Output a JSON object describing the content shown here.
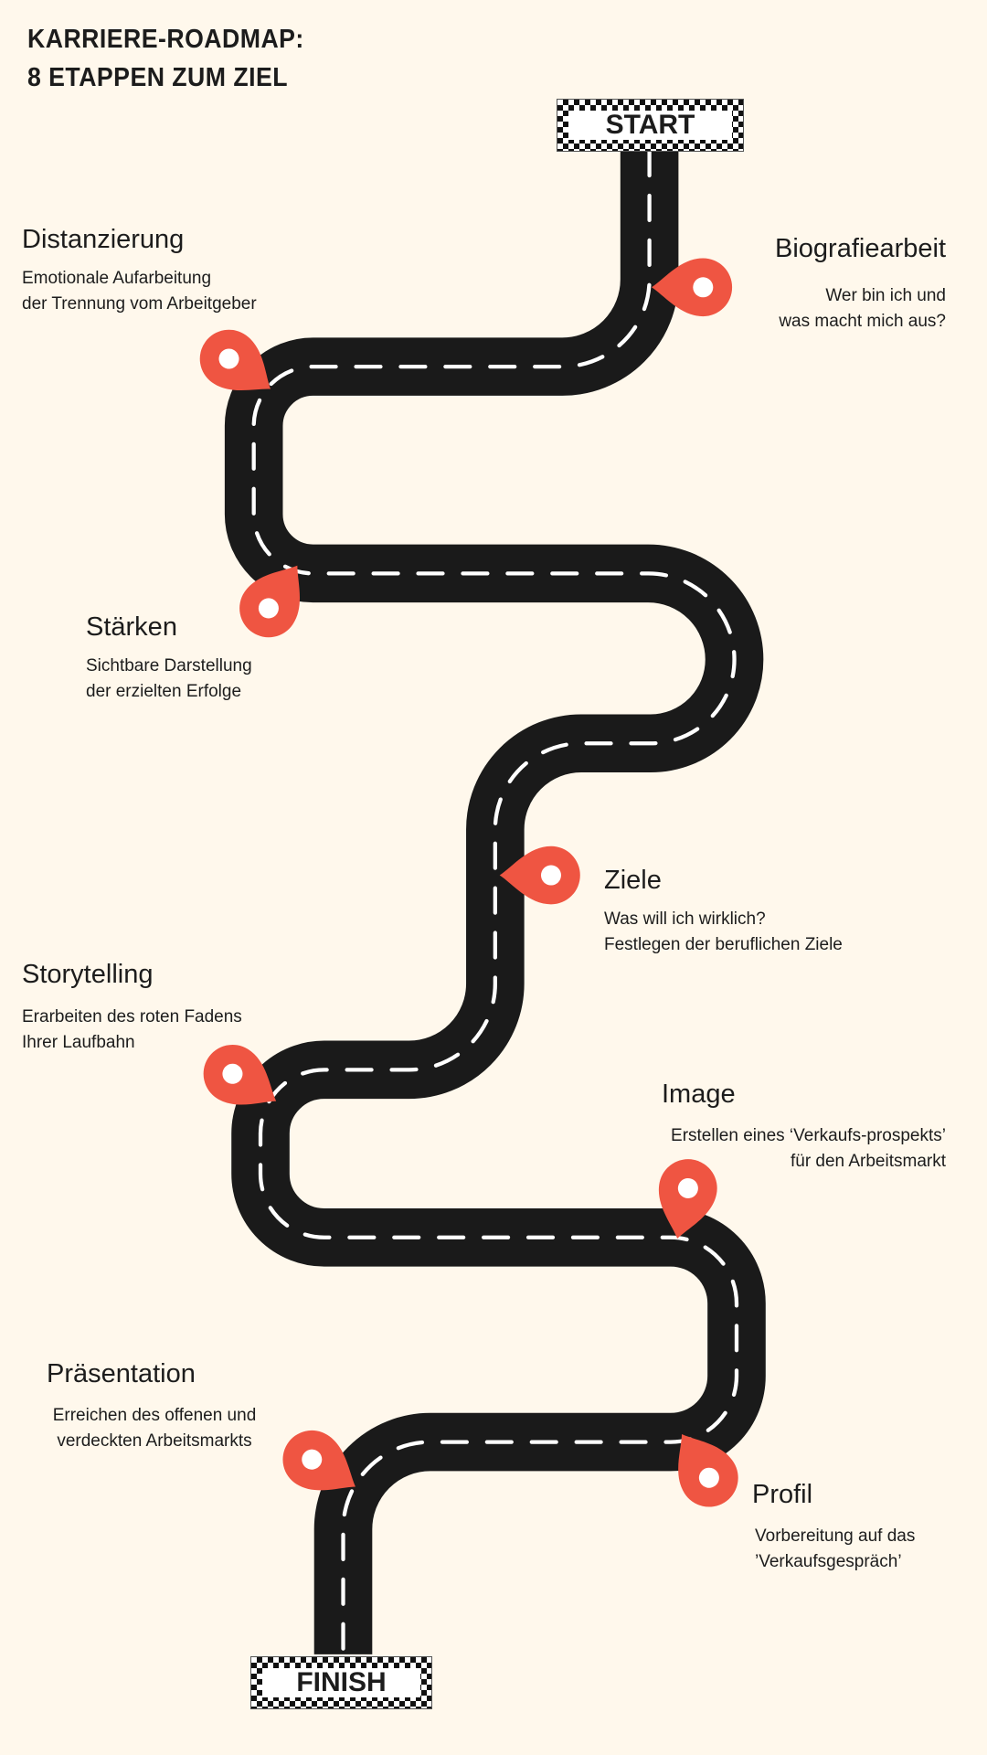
{
  "title": {
    "line1": "KARRIERE-ROADMAP:",
    "line2": "8 ETAPPEN ZUM ZIEL"
  },
  "start_label": "START",
  "finish_label": "FINISH",
  "colors": {
    "background": "#fff8ec",
    "road": "#1a1a1a",
    "pin": "#ef5542",
    "lane": "#ffffff"
  },
  "stages": [
    {
      "title": "Biografiearbeit",
      "lines": [
        "Wer bin ich und",
        "was macht mich aus?"
      ]
    },
    {
      "title": "Distanzierung",
      "lines": [
        "Emotionale Aufarbeitung",
        "der Trennung vom Arbeitgeber"
      ]
    },
    {
      "title": "Stärken",
      "lines": [
        "Sichtbare Darstellung",
        "der erzielten Erfolge"
      ]
    },
    {
      "title": "Ziele",
      "lines": [
        "Was will ich wirklich?",
        "Festlegen der beruflichen Ziele"
      ]
    },
    {
      "title": "Storytelling",
      "lines": [
        "Erarbeiten des roten Fadens",
        "Ihrer Laufbahn"
      ]
    },
    {
      "title": "Image",
      "lines": [
        "Erstellen eines ‘Verkaufs-prospekts’",
        "für den Arbeitsmarkt"
      ]
    },
    {
      "title": "Präsentation",
      "lines": [
        "Erreichen des offenen und",
        "verdeckten Arbeitsmarkts"
      ]
    },
    {
      "title": "Profil",
      "lines": [
        "Vorbereitung auf das",
        "’Verkaufsgespräch’"
      ]
    }
  ]
}
